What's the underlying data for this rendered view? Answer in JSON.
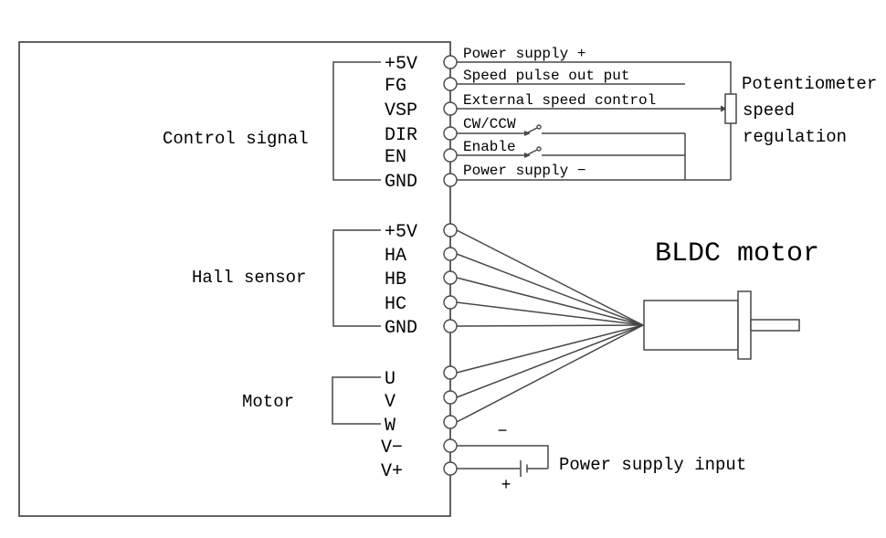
{
  "board": {
    "control": {
      "label": "Control signal",
      "pins": [
        "+5V",
        "FG",
        "VSP",
        "DIR",
        "EN",
        "GND"
      ]
    },
    "hall": {
      "label": "Hall sensor",
      "pins": [
        "+5V",
        "HA",
        "HB",
        "HC",
        "GND"
      ]
    },
    "motor": {
      "label": "Motor",
      "pins": [
        "U",
        "V",
        "W"
      ]
    },
    "power_pins": [
      "V−",
      "V+"
    ]
  },
  "wire_labels": [
    "Power supply +",
    "Speed pulse out put",
    "External speed control",
    "CW/CCW",
    "Enable",
    "Power supply −"
  ],
  "potentiometer_label": {
    "line1": "Potentiometer",
    "line2": "speed",
    "line3": "regulation"
  },
  "bldc_motor_label": "BLDC motor",
  "power_input": {
    "label": "Power supply input",
    "minus_sign": "−",
    "plus_sign": "+"
  },
  "colors": {
    "line": "#474747",
    "text": "#000000",
    "background": "#ffffff"
  }
}
